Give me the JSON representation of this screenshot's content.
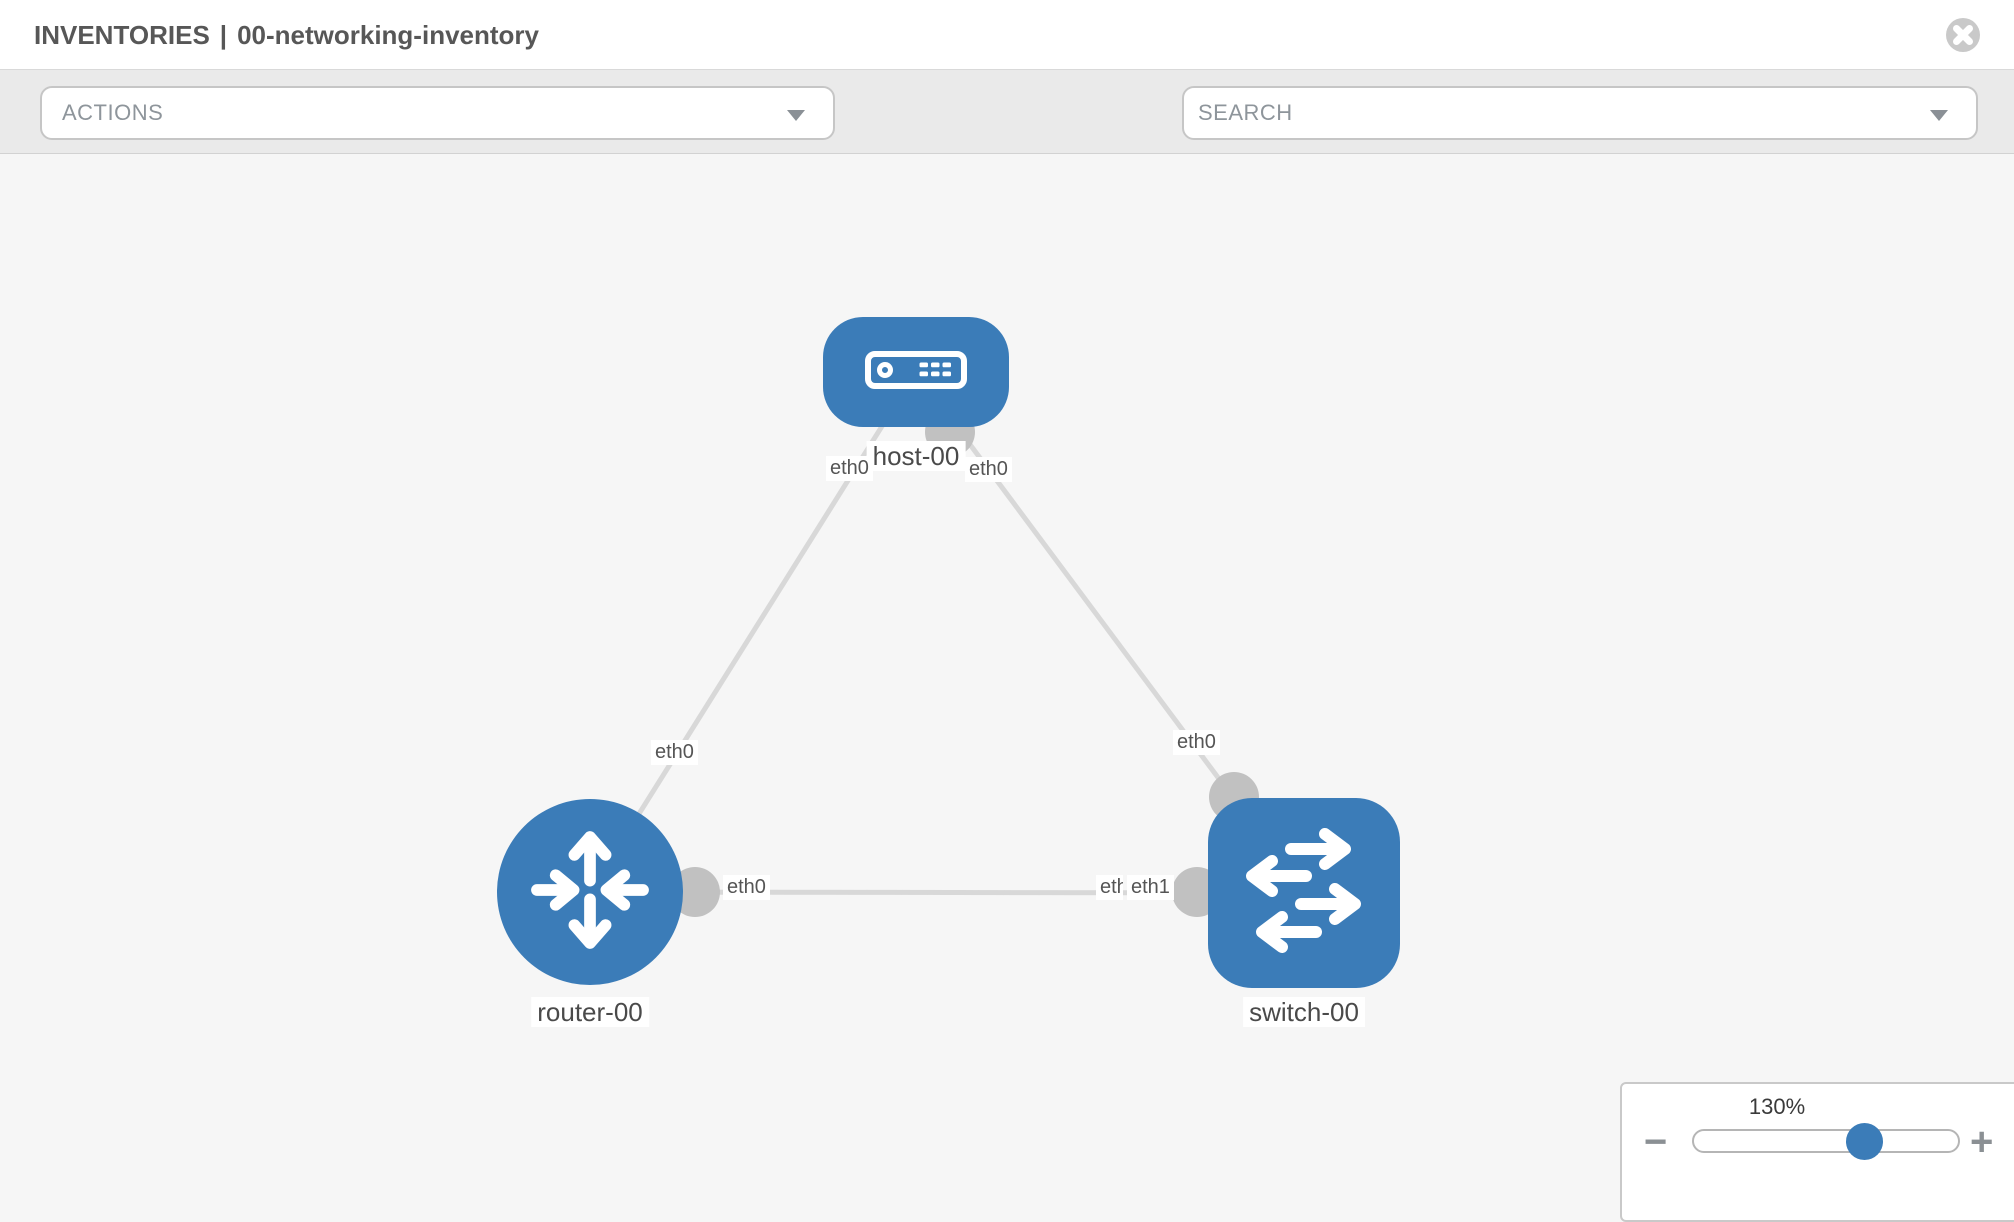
{
  "header": {
    "section": "INVENTORIES",
    "separator": "|",
    "inventory_name": "00-networking-inventory"
  },
  "toolbar": {
    "actions_placeholder": "ACTIONS",
    "search_placeholder": "SEARCH",
    "icons": [
      "wrench-icon",
      "key-icon"
    ]
  },
  "topology": {
    "nodes": [
      {
        "id": "host-00",
        "label": "host-00",
        "type": "host",
        "icon": "server-icon",
        "shape": "rounded-rect"
      },
      {
        "id": "router-00",
        "label": "router-00",
        "type": "router",
        "icon": "router-arrows-icon",
        "shape": "circle"
      },
      {
        "id": "switch-00",
        "label": "switch-00",
        "type": "switch",
        "icon": "switch-arrows-icon",
        "shape": "rounded-square"
      }
    ],
    "links": [
      {
        "from": "host-00",
        "from_interface": "eth0",
        "to": "router-00",
        "to_interface": "eth0"
      },
      {
        "from": "host-00",
        "from_interface": "eth0",
        "to": "switch-00",
        "to_interface": "eth0"
      },
      {
        "from": "router-00",
        "from_interface": "eth0",
        "to": "switch-00",
        "to_interface": "eth1"
      }
    ],
    "labels": {
      "l1_host_end": "eth0",
      "l1_mid": "eth0",
      "l2_host_end": "eth0",
      "l2_switch_end": "eth0",
      "l3_router_end": "eth0",
      "l3_switch_end": "eth1",
      "l3_switch_end_back": "eth1"
    }
  },
  "zoom_control": {
    "level": "130%",
    "minus": "−",
    "plus": "+"
  },
  "colors": {
    "node_blue": "#3b7cb8",
    "link_gray": "#d8d8d8",
    "dot_gray": "#c1c1c1",
    "canvas_bg": "#f6f6f6",
    "toolbar_bg": "#eaeaea",
    "slider_knob": "#3b7cb8"
  }
}
